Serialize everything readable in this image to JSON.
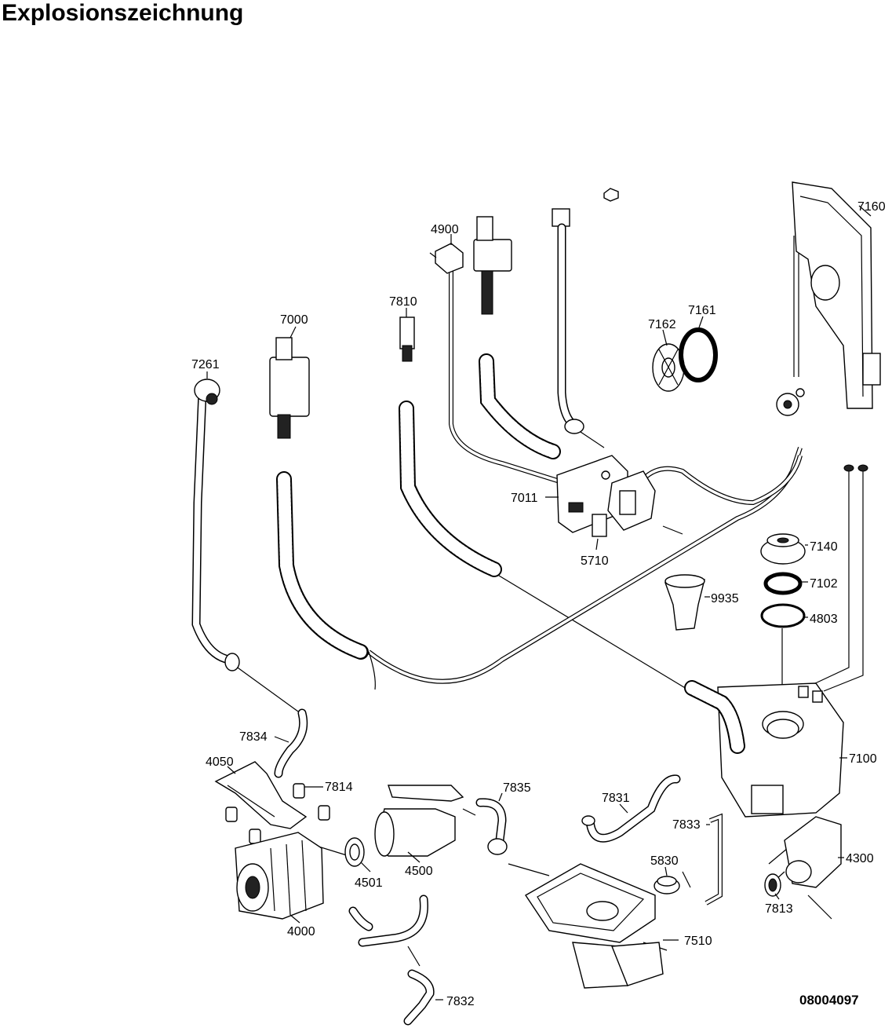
{
  "title": "Explosionszeichnung",
  "drawing_number": "08004097",
  "parts": {
    "p4900": "4900",
    "p7810": "7810",
    "p7000": "7000",
    "p7261": "7261",
    "p7160": "7160",
    "p7161": "7161",
    "p7162": "7162",
    "p7011": "7011",
    "p5710": "5710",
    "p7140": "7140",
    "p7102": "7102",
    "p9935": "9935",
    "p4803": "4803",
    "p7100": "7100",
    "p7834": "7834",
    "p4050": "4050",
    "p7814": "7814",
    "p7835": "7835",
    "p7831": "7831",
    "p7833": "7833",
    "p5830": "5830",
    "p4300": "4300",
    "p4501": "4501",
    "p4500": "4500",
    "p4000": "4000",
    "p7813": "7813",
    "p7510": "7510",
    "p7832": "7832"
  }
}
